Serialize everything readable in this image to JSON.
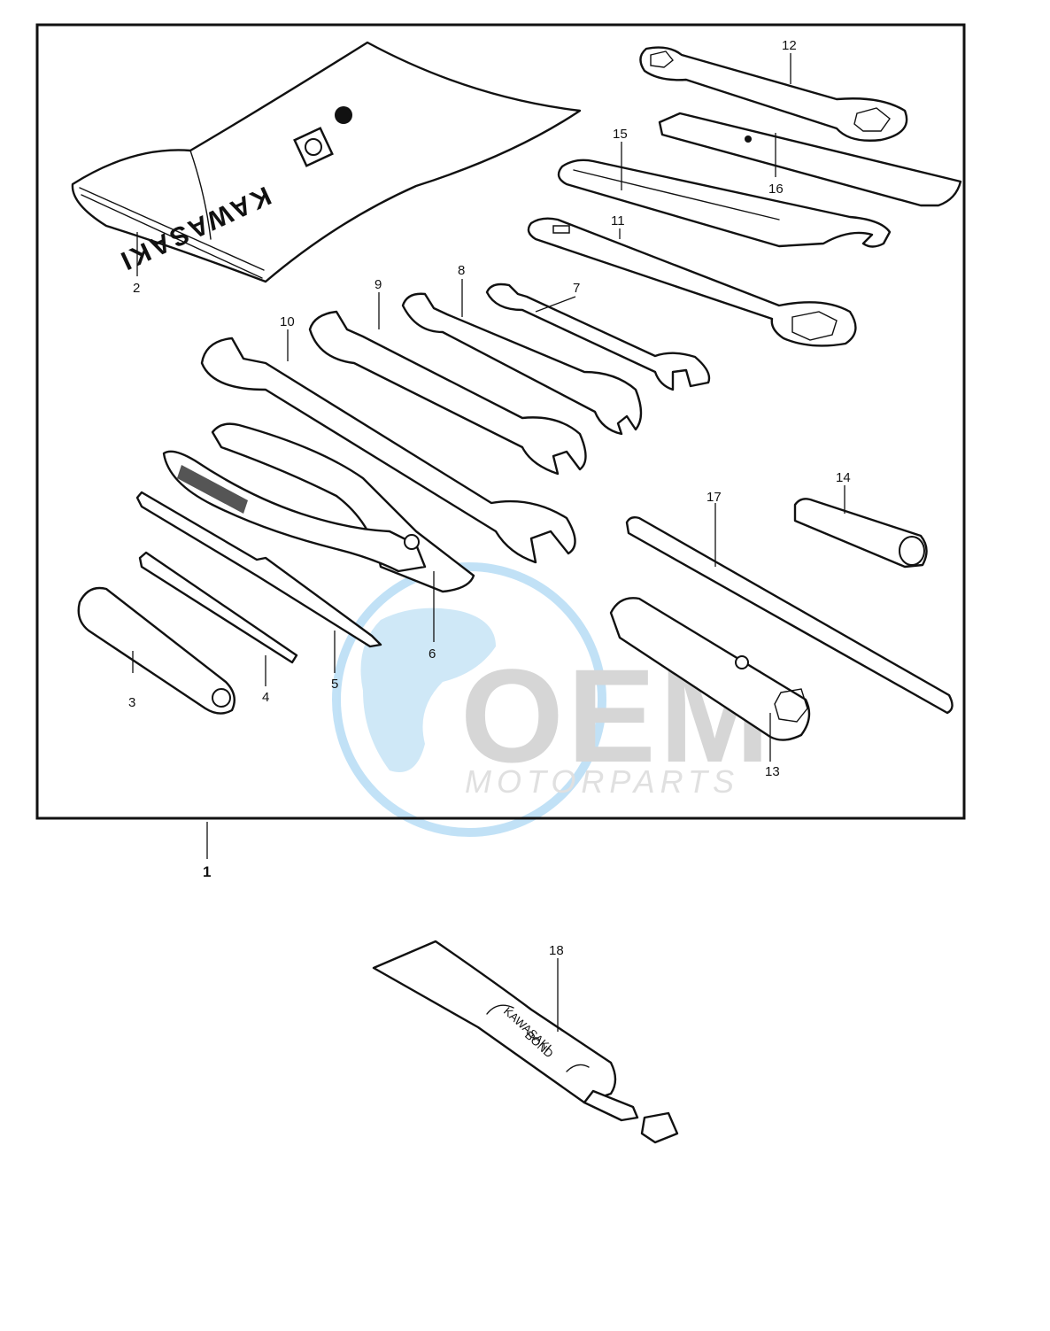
{
  "callouts": {
    "c1": "1",
    "c2": "2",
    "c3": "3",
    "c4": "4",
    "c5": "5",
    "c6": "6",
    "c7": "7",
    "c8": "8",
    "c9": "9",
    "c10": "10",
    "c11": "11",
    "c12": "12",
    "c13": "13",
    "c14": "14",
    "c15": "15",
    "c16": "16",
    "c17": "17",
    "c18": "18"
  },
  "tool_bag": {
    "brand_text": "KAWASAKI"
  },
  "tube": {
    "line1": "KAWASAKI",
    "line2": "BOND"
  },
  "watermark": {
    "logo_text": "OEM",
    "tagline": "MOTORPARTS",
    "color_blue": "#4aa8e0",
    "color_gray": "#b5b5b5"
  }
}
